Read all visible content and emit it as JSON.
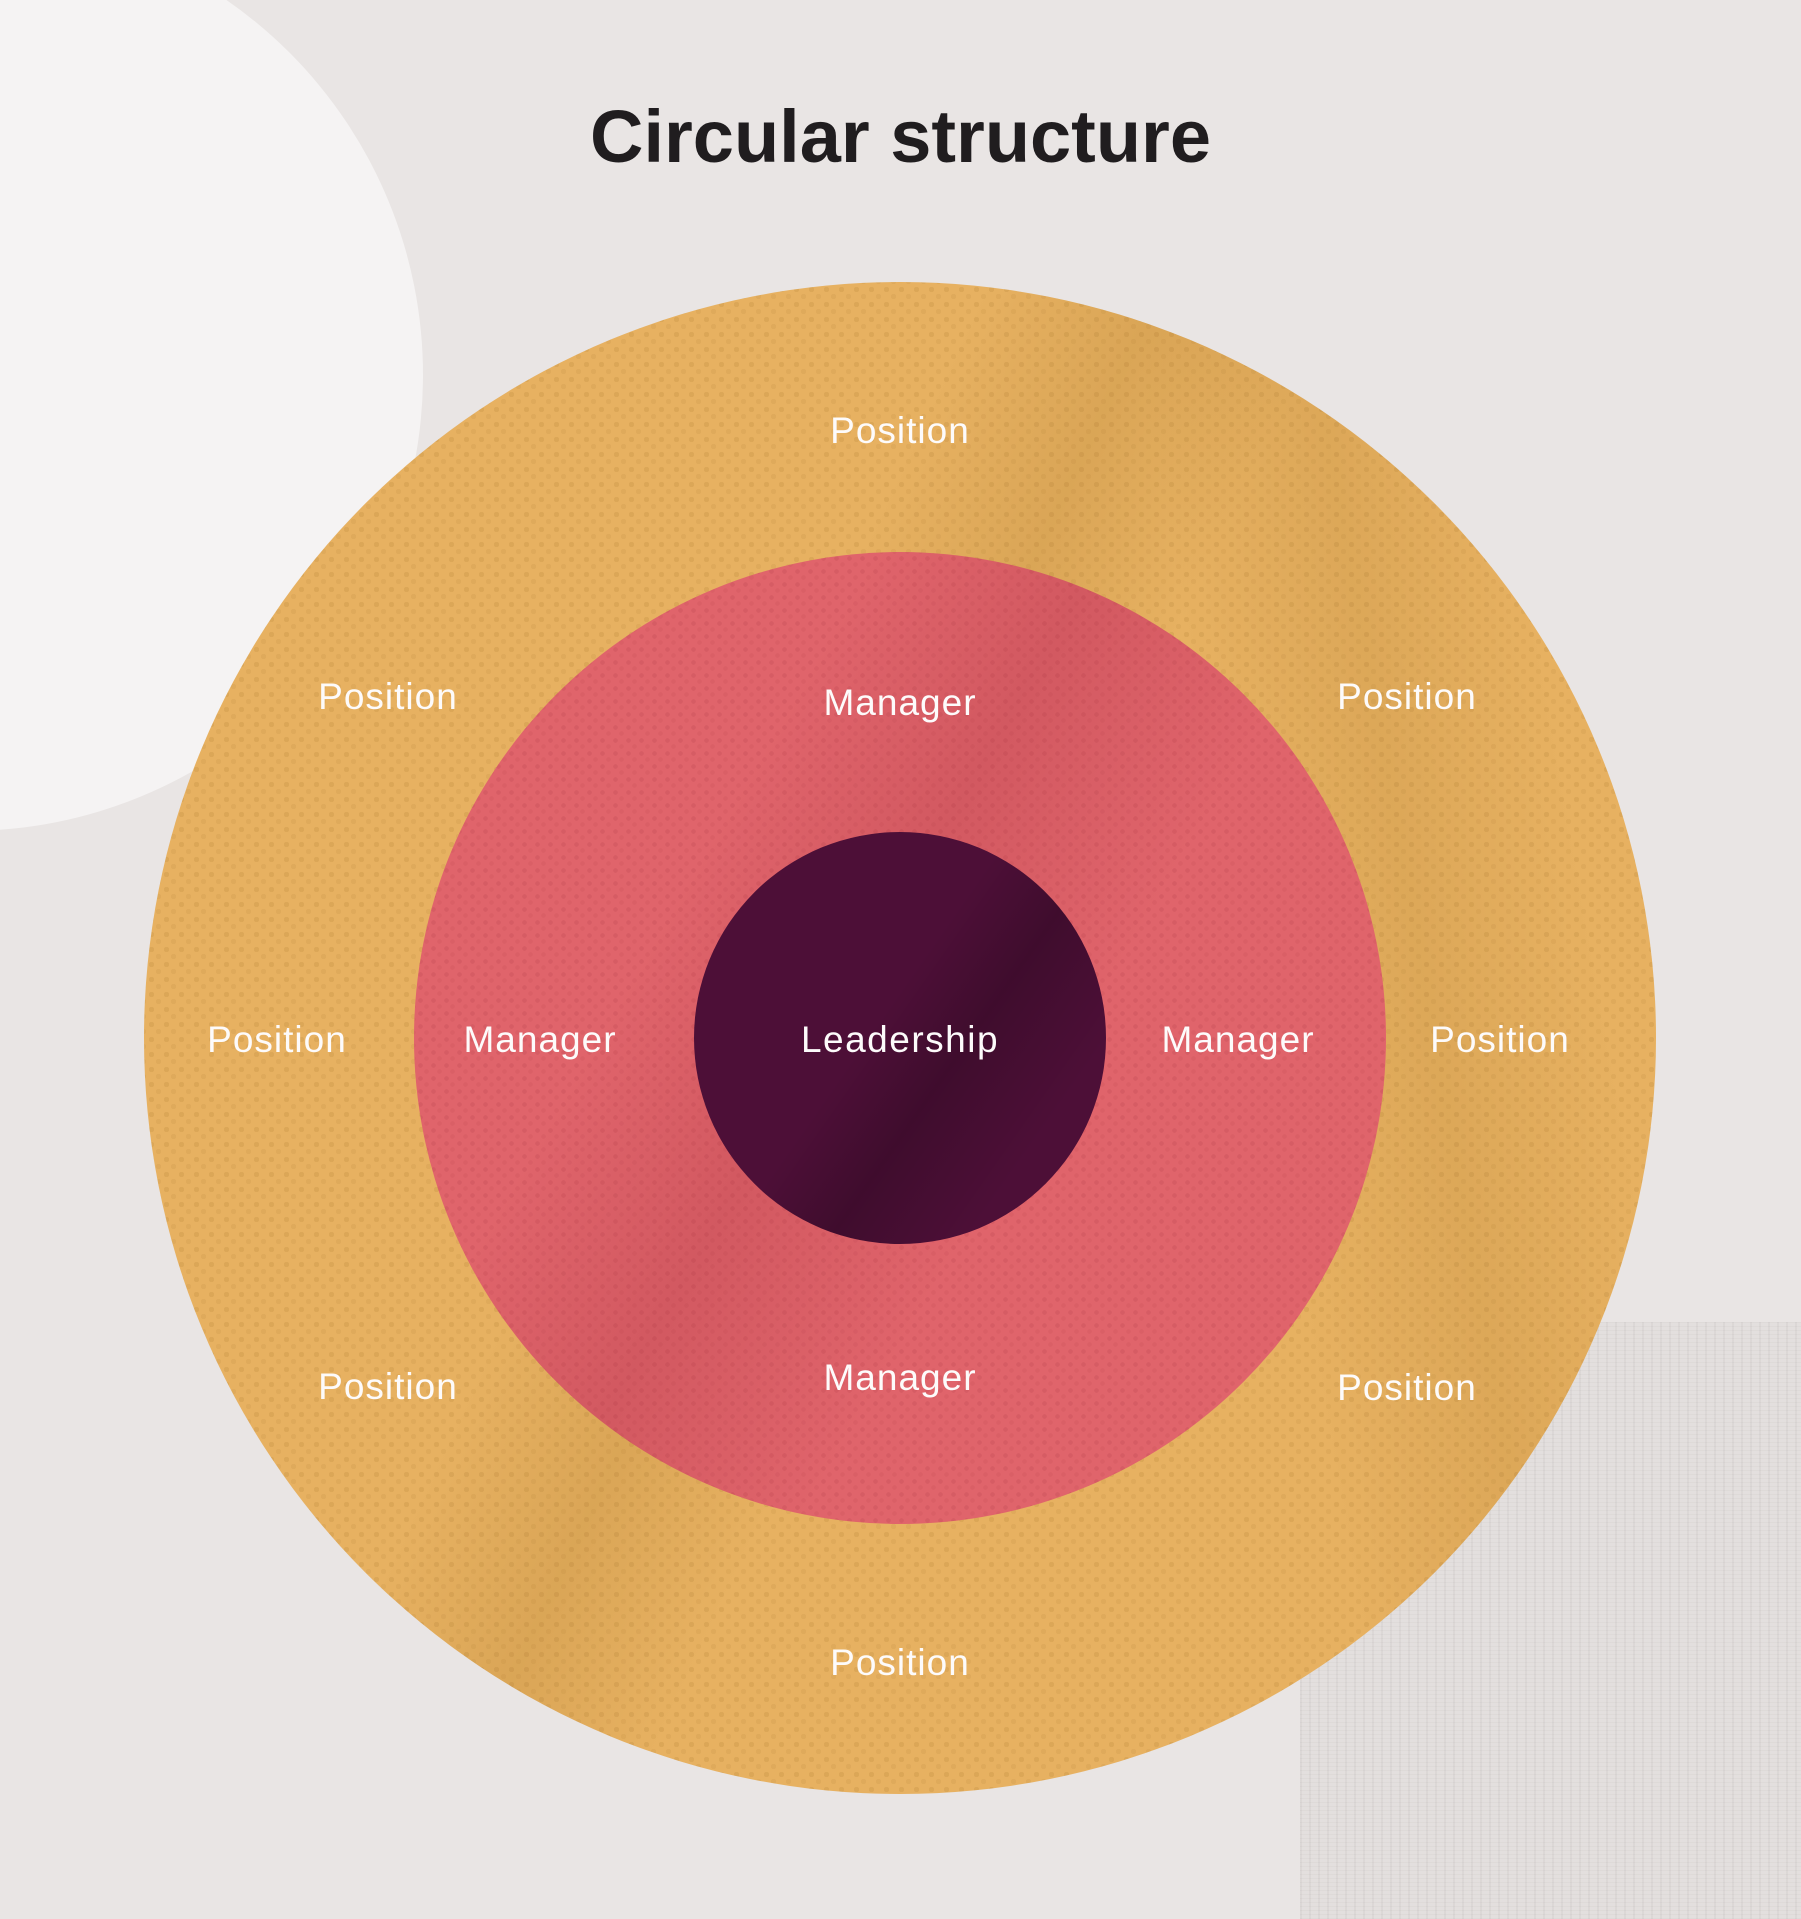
{
  "title": "Circular structure",
  "background": {
    "color": "#E9E5E4"
  },
  "rings": {
    "center": {
      "label": "Leadership",
      "color": "#4D0F37",
      "count": 1
    },
    "managers": {
      "label": "Manager",
      "color": "#E0646B",
      "count": 4
    },
    "positions": {
      "label": "Position",
      "color": "#E7B161",
      "count": 8
    }
  },
  "text_color": "#FFFFFF",
  "title_color": "#201D1F"
}
